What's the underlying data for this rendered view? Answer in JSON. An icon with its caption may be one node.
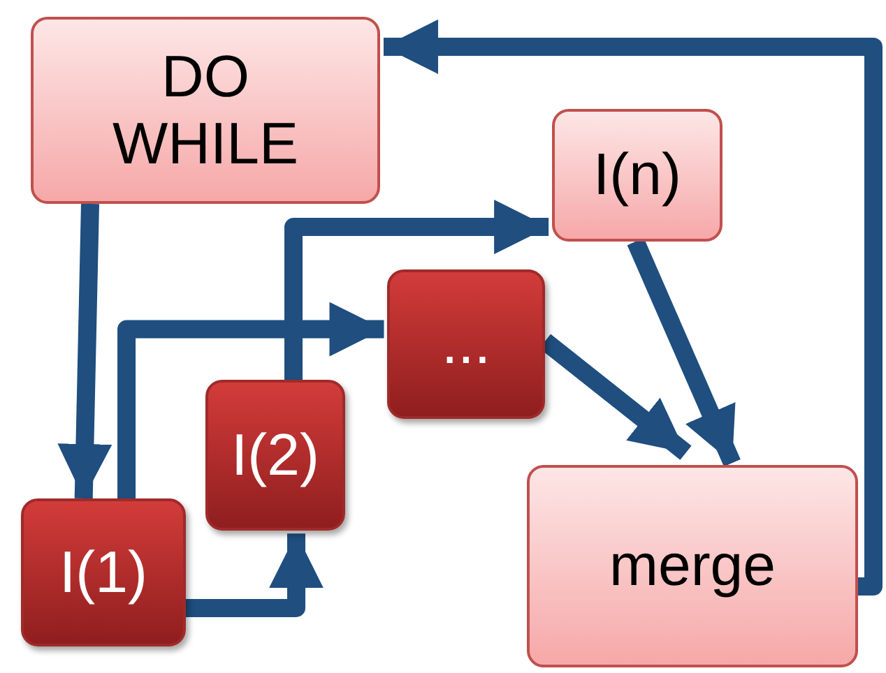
{
  "diagram": {
    "nodes": [
      {
        "text": [
          "DO WHILE"
        ]
      },
      {
        "text": [
          "I(n)"
        ]
      },
      {
        "text": [
          "..."
        ]
      },
      {
        "text": [
          "I(2)"
        ]
      },
      {
        "text": [
          "I(1)"
        ]
      },
      {
        "text": [
          "merge"
        ]
      }
    ],
    "edges": [
      {
        "from": 0,
        "to": 4,
        "arrow": "to"
      },
      {
        "from": 4,
        "to": 3,
        "arrow": "to"
      },
      {
        "from": 4,
        "to": 2,
        "arrow": "to"
      },
      {
        "from": 3,
        "to": 1,
        "arrow": "to"
      },
      {
        "from": 1,
        "to": 5,
        "arrow": "to"
      },
      {
        "from": 2,
        "to": 5,
        "arrow": "to"
      },
      {
        "from": 5,
        "to": 0,
        "arrow": "to"
      }
    ]
  }
}
